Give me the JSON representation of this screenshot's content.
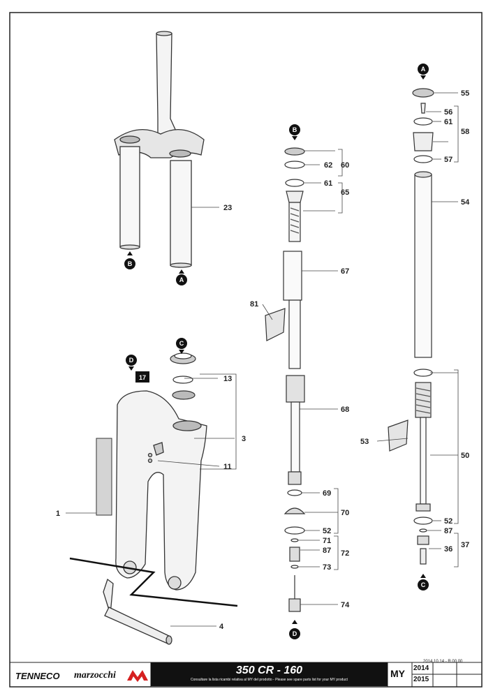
{
  "footer": {
    "brand_left": "TENNECO",
    "brand_right": "marzocchi",
    "title": "350 CR - 160",
    "subtitle": "Consultare la lista ricambi relativa al MY del prodotto - Please see spare parts list for your MY product",
    "my_label": "MY",
    "year_1": "2014",
    "year_2": "2015",
    "revision": "2014.10.14 - R.00.00"
  },
  "markers": {
    "A": "A",
    "B": "B",
    "C": "C",
    "D": "D"
  },
  "callouts": {
    "c1": "1",
    "c3": "3",
    "c4": "4",
    "c11": "11",
    "c13": "13",
    "c17": "17",
    "c23": "23",
    "c36": "36",
    "c37": "37",
    "c50": "50",
    "c52a": "52",
    "c52b": "52",
    "c53": "53",
    "c54": "54",
    "c55": "55",
    "c56": "56",
    "c57": "57",
    "c58": "58",
    "c60": "60",
    "c61a": "61",
    "c61b": "61",
    "c62": "62",
    "c65": "65",
    "c67": "67",
    "c68": "68",
    "c69": "69",
    "c70": "70",
    "c71": "71",
    "c72": "72",
    "c73": "73",
    "c74": "74",
    "c81": "81",
    "c87a": "87",
    "c87b": "87"
  }
}
